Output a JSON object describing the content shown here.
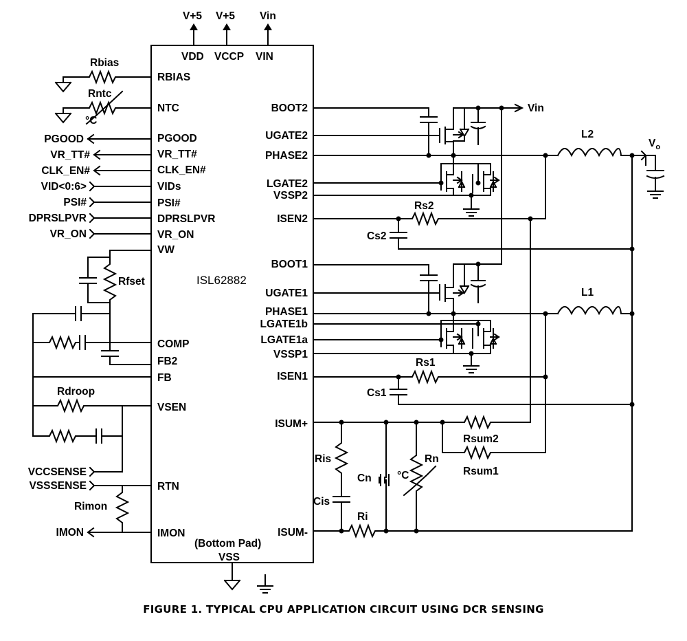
{
  "figure": {
    "caption": "FIGURE 1.  TYPICAL CPU APPLICATION CIRCUIT USING DCR SENSING"
  },
  "chip": {
    "name": "ISL62882",
    "bottom_pad": "(Bottom Pad)",
    "vss": "VSS",
    "top_pins": [
      "VDD",
      "VCCP",
      "VIN"
    ],
    "supplies": [
      "V+5",
      "V+5",
      "Vin"
    ],
    "left_pins": [
      "RBIAS",
      "NTC",
      "PGOOD",
      "VR_TT#",
      "CLK_EN#",
      "VIDs",
      "PSI#",
      "DPRSLPVR",
      "VR_ON",
      "VW",
      "COMP",
      "FB2",
      "FB",
      "VSEN",
      "RTN",
      "IMON"
    ],
    "right_pins": [
      "BOOT2",
      "UGATE2",
      "PHASE2",
      "LGATE2",
      "VSSP2",
      "ISEN2",
      "BOOT1",
      "UGATE1",
      "PHASE1",
      "LGATE1b",
      "LGATE1a",
      "VSSP1",
      "ISEN1",
      "ISUM+",
      "ISUM-"
    ]
  },
  "signals": [
    "PGOOD",
    "VR_TT#",
    "CLK_EN#",
    "VID<0:6>",
    "PSI#",
    "DPRSLPVR",
    "VR_ON",
    "VCCSENSE",
    "VSSSENSE",
    "IMON"
  ],
  "components": {
    "rbias": "Rbias",
    "rntc": "Rntc",
    "degc": "°C",
    "rfset": "Rfset",
    "rdroop": "Rdroop",
    "rimon": "Rimon",
    "rs2": "Rs2",
    "cs2": "Cs2",
    "rs1": "Rs1",
    "cs1": "Cs1",
    "l2": "L2",
    "l1": "L1",
    "vin": "Vin",
    "vo": "V",
    "vo_sub": "o",
    "rsum2": "Rsum2",
    "rsum1": "Rsum1",
    "ris": "Ris",
    "cis": "Cis",
    "cn": "Cn",
    "rn": "Rn",
    "ri": "Ri"
  }
}
